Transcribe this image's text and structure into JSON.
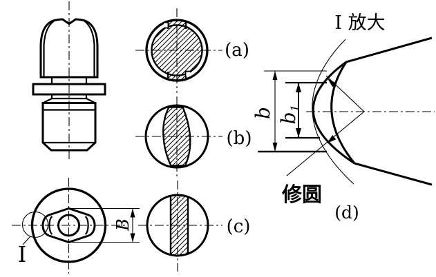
{
  "drawing": {
    "background": "#ffffff",
    "line_color": "#000000",
    "labels": {
      "detail_ref": "I",
      "detail_title": "I 放大",
      "section_a": "(a)",
      "section_b": "(b)",
      "section_c": "(c)",
      "section_d": "(d)",
      "rounding_note": "修圆",
      "dim_width": "B",
      "dim_b": "b",
      "dim_b1_base": "b",
      "dim_b1_sub": "1"
    }
  }
}
